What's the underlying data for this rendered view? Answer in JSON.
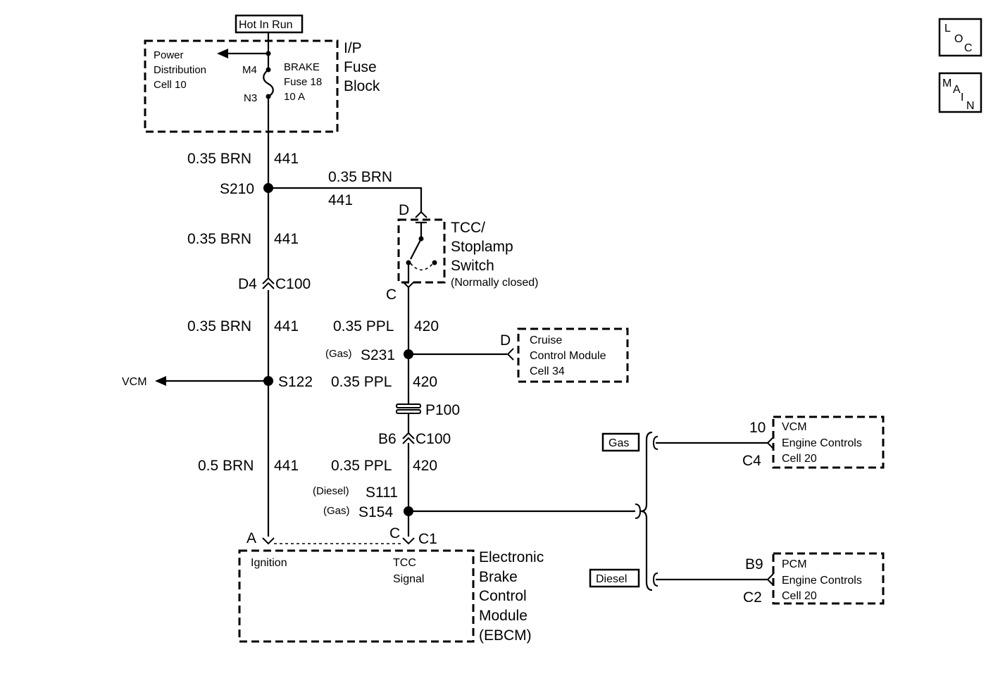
{
  "power": {
    "hot_in_run": "Hot In Run",
    "pdc_line1": "Power",
    "pdc_line2": "Distribution",
    "pdc_line3": "Cell 10",
    "fuse_m4": "M4",
    "fuse_n3": "N3",
    "fuse_line1": "BRAKE",
    "fuse_line2": "Fuse 18",
    "fuse_line3": "10 A",
    "block_line1": "I/P",
    "block_line2": "Fuse",
    "block_line3": "Block"
  },
  "nav": {
    "loc": [
      "L",
      "O",
      "C"
    ],
    "main": [
      "M",
      "A",
      "I",
      "N"
    ]
  },
  "wires": {
    "w1_gauge": "0.35 BRN",
    "w1_circuit": "441",
    "w2_gauge": "0.35 BRN",
    "w2_circuit": "441",
    "w3_gauge": "0.35 BRN",
    "w3_circuit": "441",
    "w4_gauge": "0.35 BRN",
    "w4_circuit": "441",
    "w5_gauge": "0.5 BRN",
    "w5_circuit": "441",
    "p1_gauge": "0.35 PPL",
    "p1_circuit": "420",
    "p2_gauge": "0.35 PPL",
    "p2_circuit": "420",
    "p3_gauge": "0.35 PPL",
    "p3_circuit": "420"
  },
  "splices": {
    "s210": "S210",
    "s122": "S122",
    "s231_note": "(Gas)",
    "s231": "S231",
    "s111_note": "(Diesel)",
    "s111": "S111",
    "s154_note": "(Gas)",
    "s154": "S154",
    "vcm_arrow": "VCM"
  },
  "connectors": {
    "d4": "D4",
    "c100_a": "C100",
    "b6": "B6",
    "c100_b": "C100",
    "p100": "P100",
    "tcc_d": "D",
    "tcc_c": "C",
    "cruise_d": "D",
    "ebcm_a": "A",
    "ebcm_c": "C",
    "ebcm_c1": "C1",
    "vcm_10": "10",
    "vcm_c4": "C4",
    "pcm_b9": "B9",
    "pcm_c2": "C2"
  },
  "tcc_switch": {
    "line1": "TCC/",
    "line2": "Stoplamp",
    "line3": "Switch",
    "note": "(Normally closed)"
  },
  "cruise": {
    "line1": "Cruise",
    "line2": "Control Module",
    "line3": "Cell 34"
  },
  "ebcm": {
    "ignition": "Ignition",
    "tcc1": "TCC",
    "tcc2": "Signal",
    "line1": "Electronic",
    "line2": "Brake",
    "line3": "Control",
    "line4": "Module",
    "line5": "(EBCM)"
  },
  "branches": {
    "gas": "Gas",
    "diesel": "Diesel"
  },
  "vcm": {
    "line1": "VCM",
    "line2": "Engine Controls",
    "line3": "Cell 20"
  },
  "pcm": {
    "line1": "PCM",
    "line2": "Engine Controls",
    "line3": "Cell 20"
  }
}
